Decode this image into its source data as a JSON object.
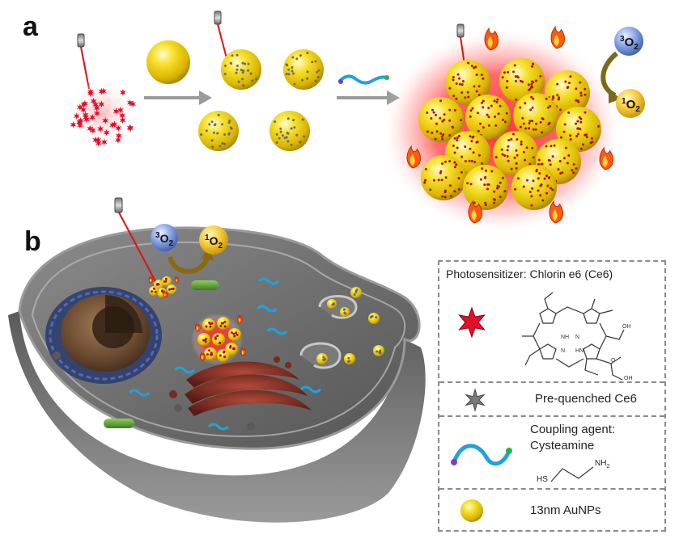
{
  "panels": {
    "a": "a",
    "b": "b"
  },
  "labels": {
    "triplet_oxygen": {
      "sup": "3",
      "base": "O",
      "sub": "2"
    },
    "singlet_oxygen": {
      "sup": "1",
      "base": "O",
      "sub": "2"
    }
  },
  "legend": {
    "title": "Photosensitizer: Chlorin e6 (Ce6)",
    "prequenched": "Pre-quenched Ce6",
    "coupling_line1": "Coupling agent:",
    "coupling_line2": "Cysteamine",
    "hs": "HS",
    "nh2": "NH",
    "nh2_sub": "2",
    "aunp": "13nm AuNPs"
  },
  "colors": {
    "gold": "#f2d21a",
    "ce6_red": "#e0102a",
    "oxygen_blue": "#6f8fd8",
    "oxygen_yellow": "#f4c430",
    "cell_gray": "#6e6e6e",
    "linker_blue": "#1fa3e0"
  },
  "icons": [
    "laser-icon",
    "flame-icon",
    "star-icon",
    "gold-nanoparticle-icon",
    "linker-icon"
  ]
}
